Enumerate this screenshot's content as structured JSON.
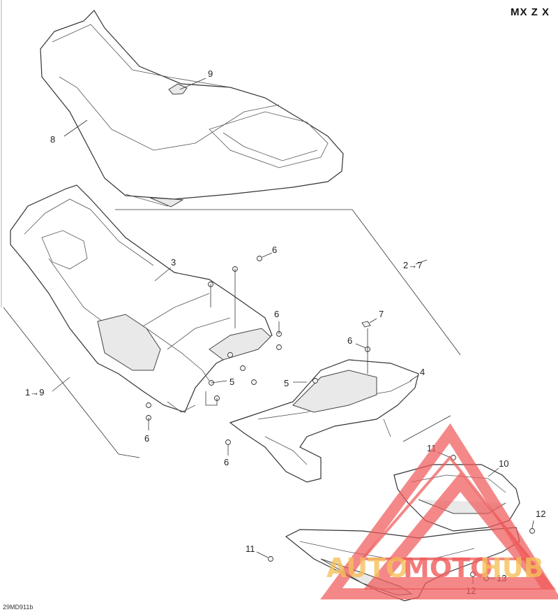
{
  "model_label": "MX Z X",
  "drawing_code": "29MD911b",
  "callouts": {
    "c1": "1→9",
    "c2": "2→7",
    "c3": "3",
    "c4": "4",
    "c5a": "5",
    "c5b": "5",
    "c6a": "6",
    "c6b": "6",
    "c6c": "6",
    "c6d": "6",
    "c6e": "6",
    "c7": "7",
    "c8": "8",
    "c9": "9",
    "c10": "10",
    "c11a": "11",
    "c11b": "11",
    "c12a": "12",
    "c12b": "12",
    "c13": "13"
  },
  "watermark": {
    "part1": "AUTO",
    "part2": "MOTO",
    "part3": "HUB",
    "color_red": "#f05a5a",
    "color_gold": "#f5c15a"
  }
}
